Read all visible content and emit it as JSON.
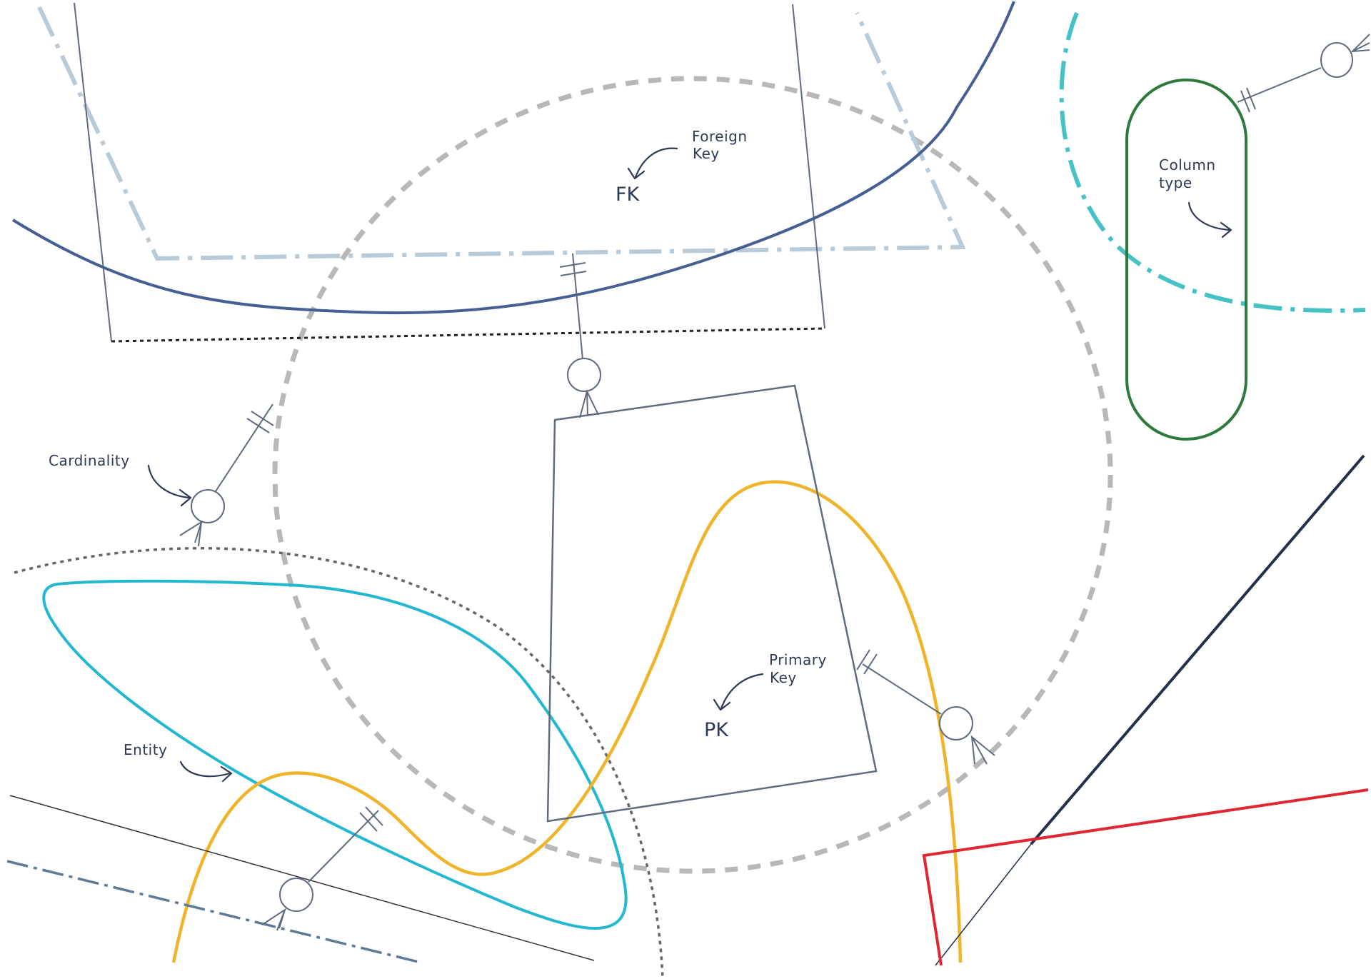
{
  "labels": {
    "foreign_key": [
      "Foreign",
      "Key"
    ],
    "fk": "FK",
    "column_type": [
      "Column",
      "type"
    ],
    "cardinality": "Cardinality",
    "primary_key": [
      "Primary",
      "Key"
    ],
    "pk": "PK",
    "entity": "Entity"
  },
  "colors": {
    "navy_curve": "#455e94",
    "light_dashdot": "#b9cad8",
    "grey_dashed_circle": "#b8b8b8",
    "teal_dashdot": "#46c1c6",
    "green_capsule": "#2d7a3c",
    "cyan_loop": "#22b8d1",
    "orange_wave": "#f0b42a",
    "red_polyline": "#e02630",
    "dark_navy_line": "#223149",
    "connector_grey": "#5f6b7e",
    "text": "#2e3a55"
  }
}
